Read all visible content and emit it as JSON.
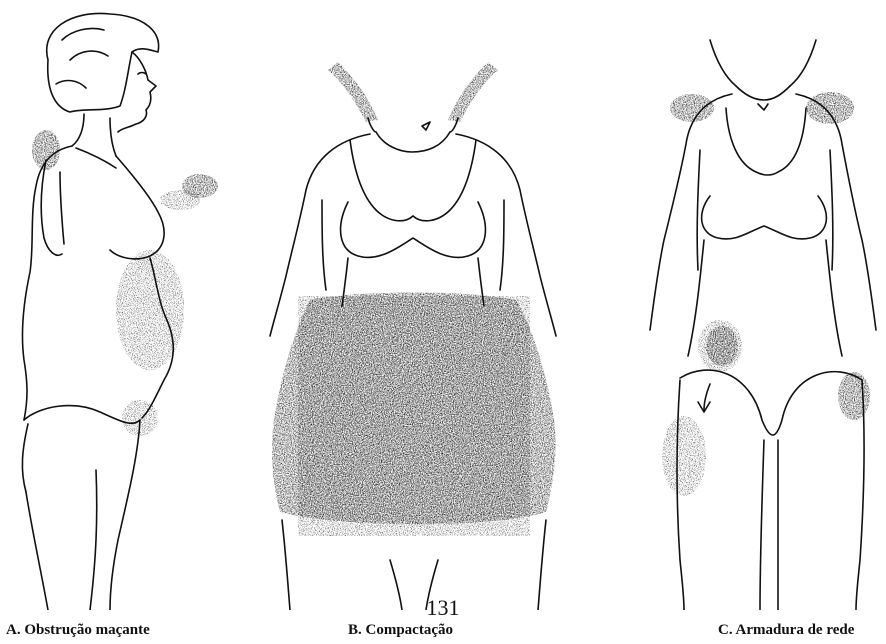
{
  "page_number": "131",
  "figures": [
    {
      "caption": "A. Obstrução maçante",
      "illustration": "woman-side-profile-illustration"
    },
    {
      "caption": "B. Compactação",
      "illustration": "woman-front-view-illustration"
    },
    {
      "caption": "C. Armadura de rede",
      "illustration": "woman-front-view-illustration"
    }
  ],
  "colors": {
    "ink": "#111111",
    "background": "#ffffff"
  }
}
